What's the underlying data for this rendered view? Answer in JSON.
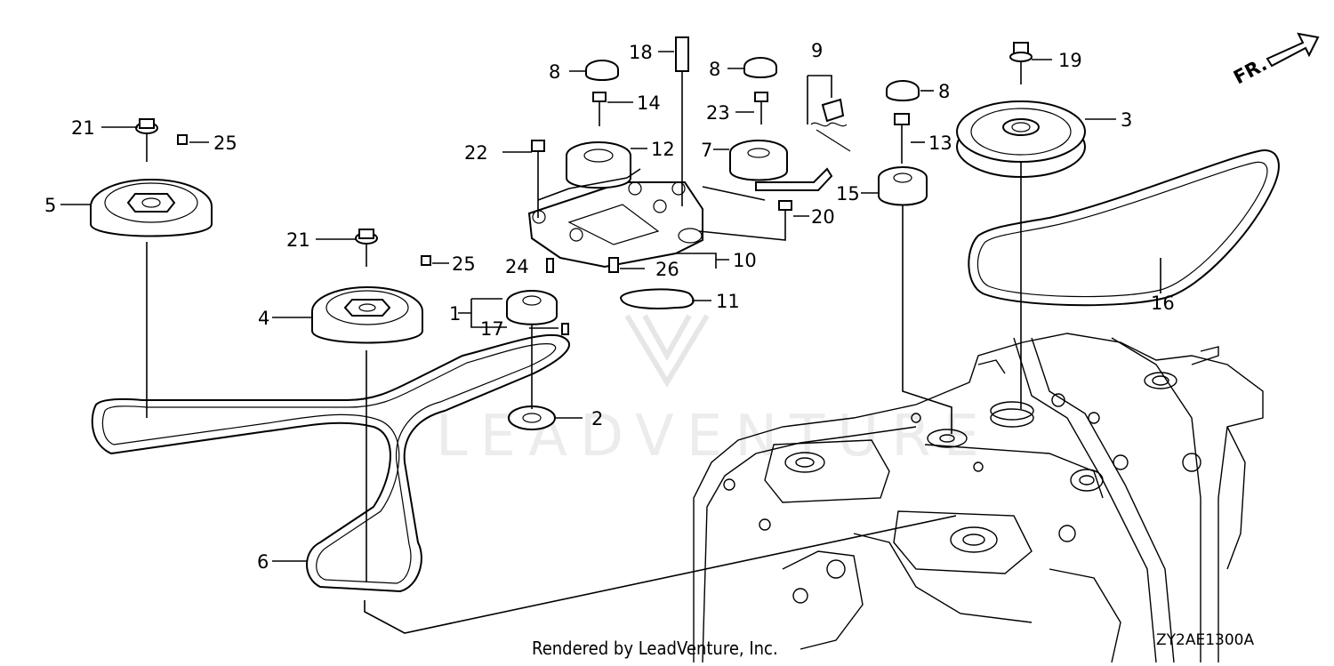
{
  "watermark": {
    "text": "LEADVENTURE"
  },
  "direction_marker": {
    "label": "FR.",
    "icon": "arrow-icon"
  },
  "callouts": [
    {
      "id": "callout-1",
      "label": "1"
    },
    {
      "id": "callout-2",
      "label": "2"
    },
    {
      "id": "callout-3",
      "label": "3"
    },
    {
      "id": "callout-4",
      "label": "4"
    },
    {
      "id": "callout-5",
      "label": "5"
    },
    {
      "id": "callout-6",
      "label": "6"
    },
    {
      "id": "callout-7",
      "label": "7"
    },
    {
      "id": "callout-8a",
      "label": "8"
    },
    {
      "id": "callout-8b",
      "label": "8"
    },
    {
      "id": "callout-8c",
      "label": "8"
    },
    {
      "id": "callout-9",
      "label": "9"
    },
    {
      "id": "callout-10",
      "label": "10"
    },
    {
      "id": "callout-11",
      "label": "11"
    },
    {
      "id": "callout-12",
      "label": "12"
    },
    {
      "id": "callout-13",
      "label": "13"
    },
    {
      "id": "callout-14",
      "label": "14"
    },
    {
      "id": "callout-15",
      "label": "15"
    },
    {
      "id": "callout-16",
      "label": "16"
    },
    {
      "id": "callout-17",
      "label": "17"
    },
    {
      "id": "callout-18",
      "label": "18"
    },
    {
      "id": "callout-19",
      "label": "19"
    },
    {
      "id": "callout-20",
      "label": "20"
    },
    {
      "id": "callout-21a",
      "label": "21"
    },
    {
      "id": "callout-21b",
      "label": "21"
    },
    {
      "id": "callout-22",
      "label": "22"
    },
    {
      "id": "callout-23",
      "label": "23"
    },
    {
      "id": "callout-24",
      "label": "24"
    },
    {
      "id": "callout-25a",
      "label": "25"
    },
    {
      "id": "callout-25b",
      "label": "25"
    },
    {
      "id": "callout-26",
      "label": "26"
    }
  ],
  "footer": {
    "credit": "Rendered by LeadVenture, Inc.",
    "diagram_code": "ZY2AE1300A"
  }
}
